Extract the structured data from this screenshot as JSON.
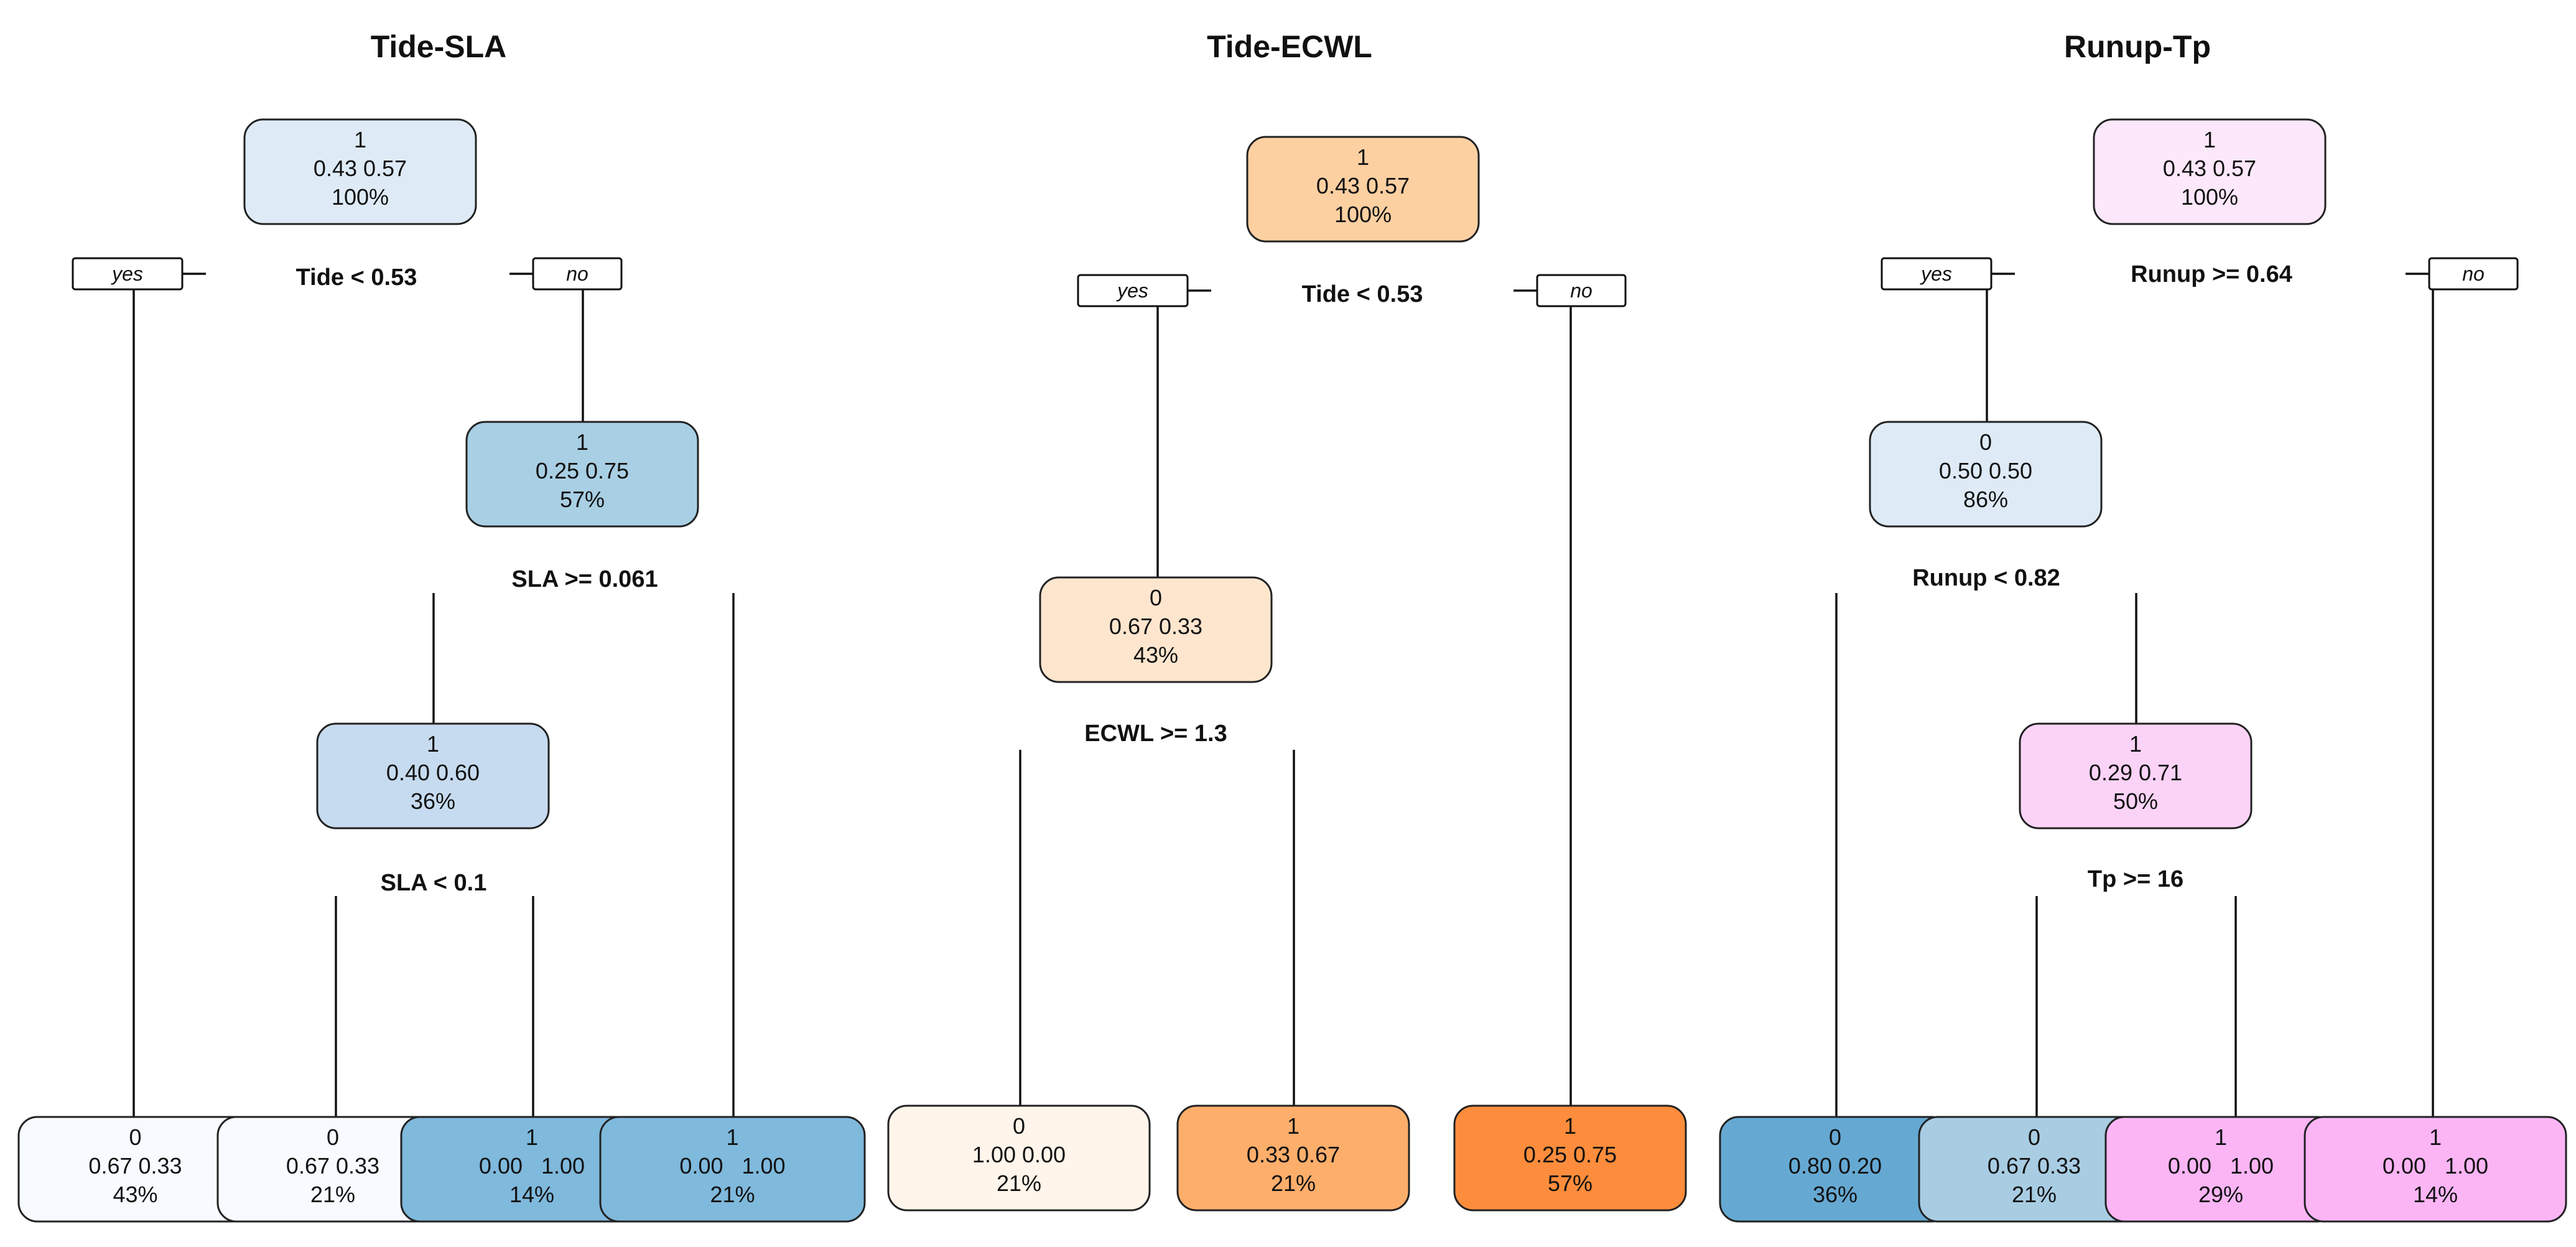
{
  "trees": [
    {
      "title": "Tide-SLA",
      "nodes": [
        {
          "id": "root",
          "cls": "1",
          "probs": "0.43 0.57",
          "pct": "100%",
          "fill": "#deebf7"
        },
        {
          "id": "n2",
          "cls": "1",
          "probs": "0.25 0.75",
          "pct": "57%",
          "fill": "#a9cfe4"
        },
        {
          "id": "n3",
          "cls": "1",
          "probs": "0.40 0.60",
          "pct": "36%",
          "fill": "#c6dbef"
        },
        {
          "id": "l1",
          "cls": "0",
          "probs": "0.67 0.33",
          "pct": "43%",
          "fill": "#f7fbff"
        },
        {
          "id": "l2",
          "cls": "0",
          "probs": "0.67 0.33",
          "pct": "21%",
          "fill": "#f7fbff"
        },
        {
          "id": "l3",
          "cls": "1",
          "probs": "0.00   1.00",
          "pct": "14%",
          "fill": "#7fb9dc"
        },
        {
          "id": "l4",
          "cls": "1",
          "probs": "0.00   1.00",
          "pct": "21%",
          "fill": "#7fb9dc"
        }
      ],
      "splits": [
        {
          "id": "s_root",
          "text": "Tide < 0.53"
        },
        {
          "id": "s_n2",
          "text": "SLA >= 0.061"
        },
        {
          "id": "s_n3",
          "text": "SLA < 0.1"
        }
      ],
      "yes_label": "yes",
      "no_label": "no"
    },
    {
      "title": "Tide-ECWL",
      "nodes": [
        {
          "id": "root",
          "cls": "1",
          "probs": "0.43 0.57",
          "pct": "100%",
          "fill": "#fdd0a2"
        },
        {
          "id": "n2",
          "cls": "0",
          "probs": "0.67 0.33",
          "pct": "43%",
          "fill": "#fee6ce"
        },
        {
          "id": "l1",
          "cls": "0",
          "probs": "1.00 0.00",
          "pct": "21%",
          "fill": "#fff5eb"
        },
        {
          "id": "l2",
          "cls": "1",
          "probs": "0.33 0.67",
          "pct": "21%",
          "fill": "#fdae6b"
        },
        {
          "id": "l3",
          "cls": "1",
          "probs": "0.25 0.75",
          "pct": "57%",
          "fill": "#fd8d3c"
        }
      ],
      "splits": [
        {
          "id": "s_root",
          "text": "Tide < 0.53"
        },
        {
          "id": "s_n2",
          "text": "ECWL >= 1.3"
        }
      ],
      "yes_label": "yes",
      "no_label": "no"
    },
    {
      "title": "Runup-Tp",
      "nodes": [
        {
          "id": "root",
          "cls": "1",
          "probs": "0.43 0.57",
          "pct": "100%",
          "fill": "#fde8fb"
        },
        {
          "id": "n2",
          "cls": "0",
          "probs": "0.50 0.50",
          "pct": "86%",
          "fill": "#deebf7"
        },
        {
          "id": "n3",
          "cls": "1",
          "probs": "0.29 0.71",
          "pct": "50%",
          "fill": "#fbd3f7"
        },
        {
          "id": "l1",
          "cls": "0",
          "probs": "0.80 0.20",
          "pct": "36%",
          "fill": "#65a9d3"
        },
        {
          "id": "l2",
          "cls": "0",
          "probs": "0.67 0.33",
          "pct": "21%",
          "fill": "#a8cde3"
        },
        {
          "id": "l3",
          "cls": "1",
          "probs": "0.00   1.00",
          "pct": "29%",
          "fill": "#fbb5f5"
        },
        {
          "id": "l4",
          "cls": "1",
          "probs": "0.00   1.00",
          "pct": "14%",
          "fill": "#fbb5f5"
        }
      ],
      "splits": [
        {
          "id": "s_root",
          "text": "Runup >= 0.64"
        },
        {
          "id": "s_n2",
          "text": "Runup < 0.82"
        },
        {
          "id": "s_n3",
          "text": "Tp >= 16"
        }
      ],
      "yes_label": "yes",
      "no_label": "no"
    }
  ]
}
